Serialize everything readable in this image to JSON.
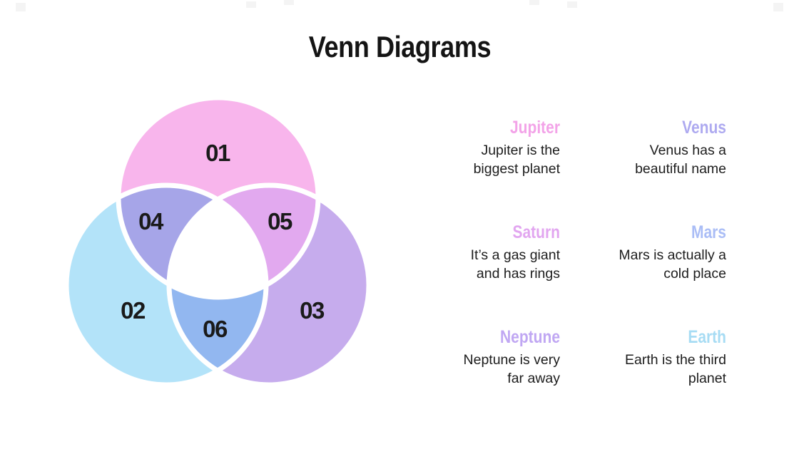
{
  "slide": {
    "title": "Venn Diagrams",
    "background": "#ffffff"
  },
  "venn": {
    "circles": [
      {
        "id": "top",
        "color": "#f8b5ec"
      },
      {
        "id": "bottom-left",
        "color": "#b3e3f9"
      },
      {
        "id": "bottom-right",
        "color": "#c6aced"
      }
    ],
    "overlaps": {
      "top_left": "#a6a5e8",
      "top_right": "#e2a9ef",
      "left_right": "#92b7f0",
      "center": "#ffffff"
    },
    "labels": [
      {
        "text": "01"
      },
      {
        "text": "02"
      },
      {
        "text": "03"
      },
      {
        "text": "04"
      },
      {
        "text": "05"
      },
      {
        "text": "06"
      }
    ]
  },
  "planets": [
    {
      "name": "Jupiter",
      "color": "#f3a3e8",
      "lines": [
        "Jupiter is the",
        "biggest planet"
      ]
    },
    {
      "name": "Venus",
      "color": "#aeaaf0",
      "lines": [
        "Venus has a",
        "beautiful name"
      ]
    },
    {
      "name": "Saturn",
      "color": "#e2a6f0",
      "lines": [
        "It’s a gas giant",
        "and has rings"
      ]
    },
    {
      "name": "Mars",
      "color": "#aabdf6",
      "lines": [
        "Mars is actually a",
        "cold place"
      ]
    },
    {
      "name": "Neptune",
      "color": "#c0a7f3",
      "lines": [
        "Neptune is very",
        "far away"
      ]
    },
    {
      "name": "Earth",
      "color": "#a7dcf4",
      "lines": [
        "Earth is the third",
        "planet"
      ]
    }
  ]
}
